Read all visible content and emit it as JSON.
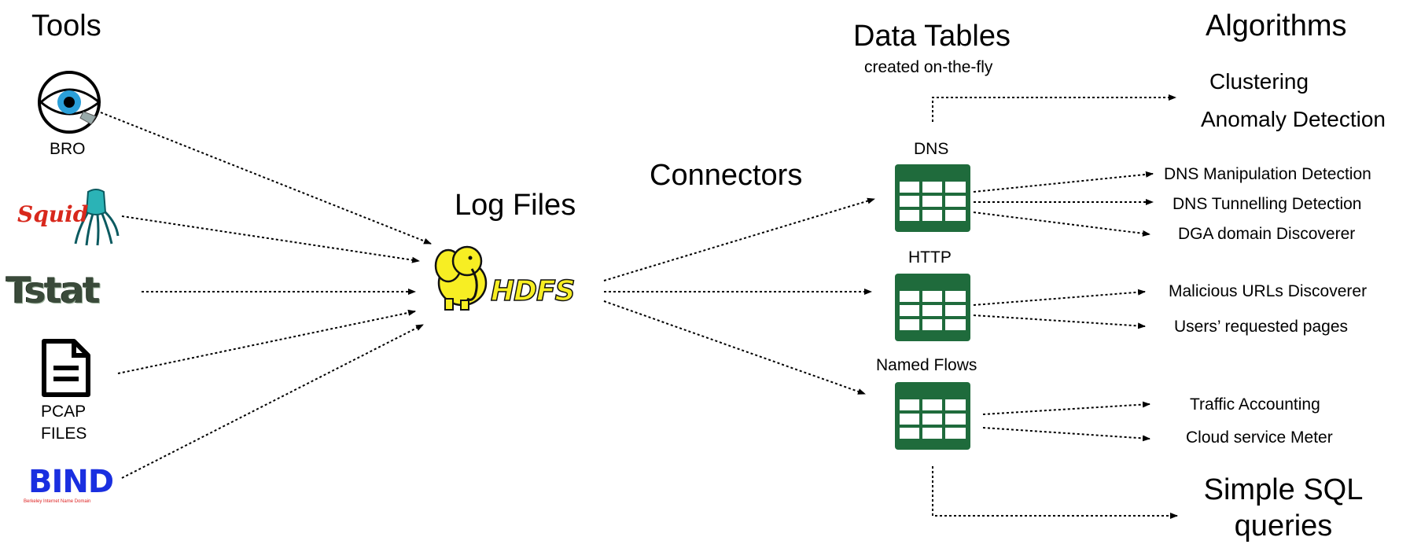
{
  "headings": {
    "tools": "Tools",
    "log_files": "Log Files",
    "connectors": "Connectors",
    "data_tables": "Data Tables",
    "data_tables_sub": "created on-the-fly",
    "algorithms": "Algorithms"
  },
  "tools": {
    "bro": "BRO",
    "squid": "Squid",
    "tstat": "Tstat",
    "pcap_line1": "PCAP",
    "pcap_line2": "FILES",
    "bind": "BIND",
    "bind_sub": "Berkeley Internet Name Domain"
  },
  "hdfs": "HDFS",
  "tables": {
    "dns": "DNS",
    "http": "HTTP",
    "named_flows": "Named Flows"
  },
  "algorithms": {
    "clustering": "Clustering",
    "anomaly": "Anomaly Detection",
    "dns_manip": "DNS Manipulation Detection",
    "dns_tunnel": "DNS Tunnelling Detection",
    "dga": "DGA domain Discoverer",
    "malicious_urls": "Malicious URLs Discoverer",
    "users_pages": "Users’ requested pages",
    "traffic_accounting": "Traffic Accounting",
    "cloud_meter": "Cloud service Meter",
    "sql_line1": "Simple SQL",
    "sql_line2": "queries"
  },
  "colors": {
    "table_green": "#1f6b3c",
    "arrow": "#000000",
    "bind_blue": "#1a2fe0",
    "hdfs_yellow": "#f7ee23"
  }
}
